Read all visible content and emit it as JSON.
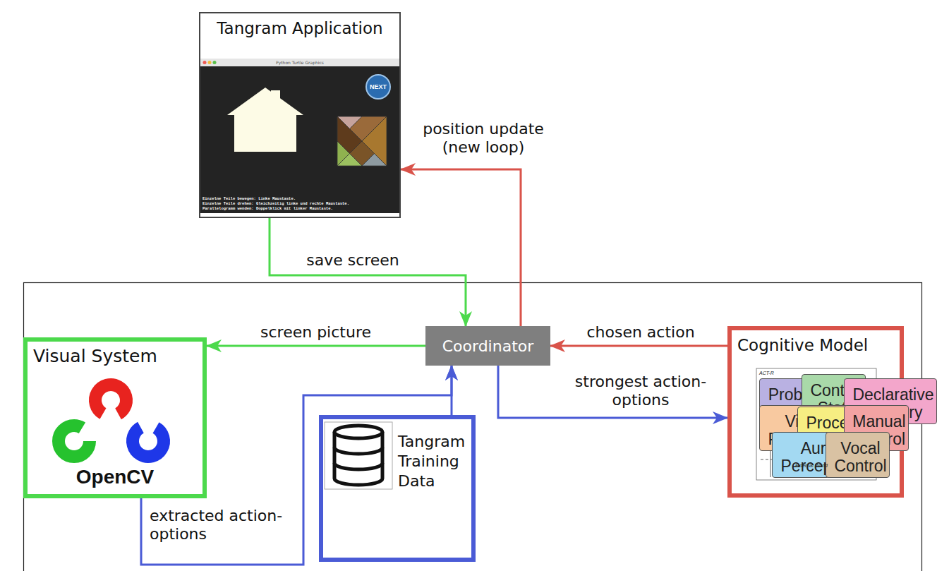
{
  "diagram": {
    "nodes": [
      {
        "text": [
          "Tangram Application"
        ]
      },
      {
        "text": [
          "Visual System",
          "OpenCV"
        ]
      },
      {
        "text": [
          "Coordinator"
        ]
      },
      {
        "text": [
          "Cognitive Model"
        ]
      },
      {
        "text": [
          "Problem State"
        ],
        "in": 3
      },
      {
        "text": [
          "Control State"
        ],
        "in": 3
      },
      {
        "text": [
          "Declarative Memory"
        ],
        "in": 3
      },
      {
        "text": [
          "Visual Perception"
        ],
        "in": 3
      },
      {
        "text": [
          "Procedural Module"
        ],
        "in": 3
      },
      {
        "text": [
          "Manual Control"
        ],
        "in": 3
      },
      {
        "text": [
          "Aural Perception"
        ],
        "in": 3
      },
      {
        "text": [
          "Vocal Control"
        ],
        "in": 3
      },
      {
        "text": [
          "Tangram Training Data"
        ]
      }
    ],
    "edges": [
      {
        "from": 0,
        "to": 2,
        "label": "save screen",
        "arrow": "to"
      },
      {
        "from": 2,
        "to": 1,
        "label": "screen picture",
        "arrow": "to"
      },
      {
        "from": 3,
        "to": 2,
        "label": "chosen action",
        "arrow": "to"
      },
      {
        "from": 2,
        "to": 0,
        "label": "position update (new loop)",
        "arrow": "to"
      },
      {
        "from": 2,
        "to": 3,
        "label": "strongest action-options",
        "arrow": "to"
      },
      {
        "from": 1,
        "to": 2,
        "label": "extracted action-options",
        "arrow": "to"
      },
      {
        "from": 12,
        "to": 2,
        "arrow": "to"
      },
      {
        "from": 4,
        "to": 8,
        "arrow": "both"
      },
      {
        "from": 5,
        "to": 8,
        "arrow": "both"
      },
      {
        "from": 6,
        "to": 8,
        "arrow": "both"
      },
      {
        "from": 7,
        "to": 8,
        "arrow": "both"
      },
      {
        "from": 9,
        "to": 8,
        "arrow": "both"
      },
      {
        "from": 10,
        "to": 8,
        "arrow": "both"
      },
      {
        "from": 11,
        "to": 8,
        "arrow": "both"
      }
    ],
    "labels": [
      "Python Turtle Graphics",
      "NEXT",
      "Einzelne Teile bewegen: Linke Maustaste.",
      "Einzelne Teile drehen: Gleichzeitig linke und rechte Maustaste.",
      "Parallelogramm wenden: Doppelklick mit linker Maustaste.",
      "ACT-R",
      "External World"
    ]
  }
}
